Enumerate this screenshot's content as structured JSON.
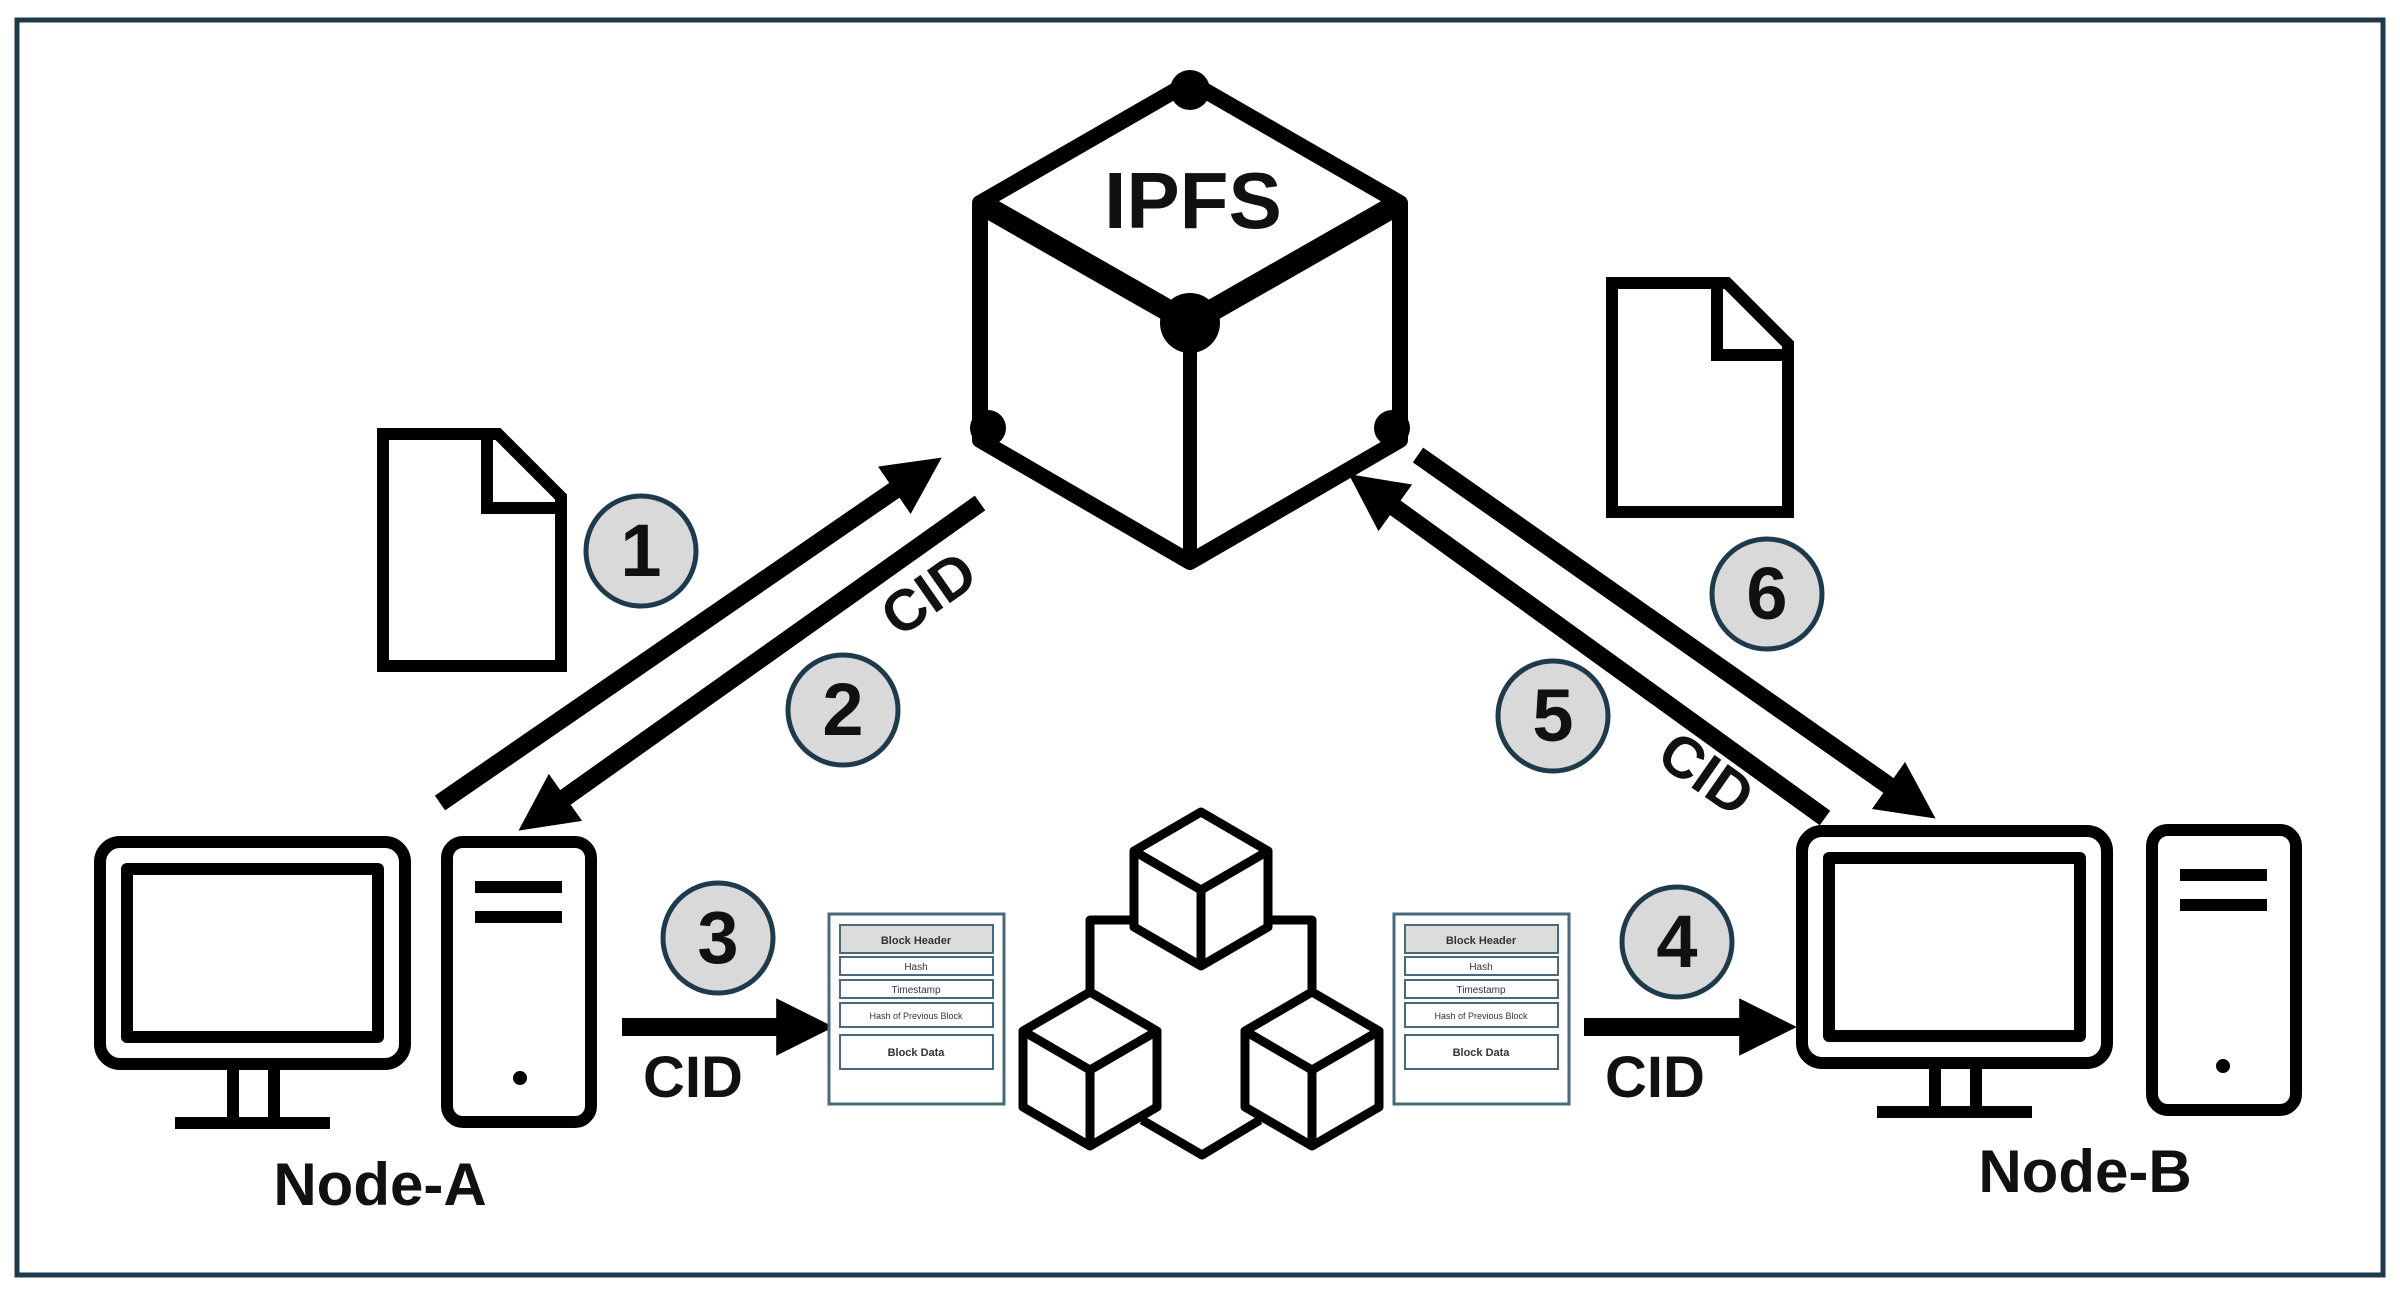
{
  "ipfs_label": "IPFS",
  "node_a_label": "Node-A",
  "node_b_label": "Node-B",
  "cid_label": "CID",
  "steps": [
    "1",
    "2",
    "3",
    "4",
    "5",
    "6"
  ],
  "block": {
    "header": "Block Header",
    "fields": [
      "Hash",
      "Timestamp",
      "Hash of Previous Block"
    ],
    "data": "Block Data"
  },
  "colors": {
    "frame": "#1f3a4a",
    "step_fill": "#d9d9d9",
    "block_border": "#4a6a7a",
    "block_header_fill": "#dcdcdc"
  }
}
